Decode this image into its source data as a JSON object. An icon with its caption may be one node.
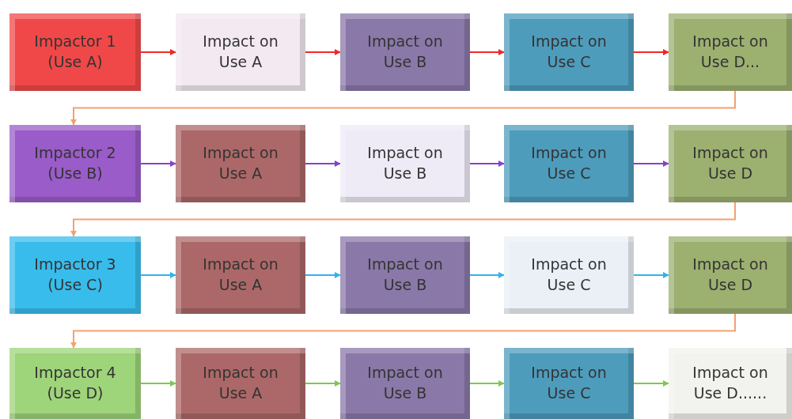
{
  "diagram": {
    "nodes": [
      {
        "text": [
          "Impactor 1 (Use A)"
        ]
      },
      {
        "text": [
          "Impact on Use A"
        ]
      },
      {
        "text": [
          "Impact on Use B"
        ]
      },
      {
        "text": [
          "Impact on Use C"
        ]
      },
      {
        "text": [
          "Impact on Use D..."
        ]
      },
      {
        "text": [
          "Impactor 2 (Use B)"
        ]
      },
      {
        "text": [
          "Impact on Use A"
        ]
      },
      {
        "text": [
          "Impact on Use B"
        ]
      },
      {
        "text": [
          "Impact on Use C"
        ]
      },
      {
        "text": [
          "Impact on Use D"
        ]
      },
      {
        "text": [
          "Impactor 3 (Use C)"
        ]
      },
      {
        "text": [
          "Impact on Use A"
        ]
      },
      {
        "text": [
          "Impact on Use B"
        ]
      },
      {
        "text": [
          "Impact on Use C"
        ]
      },
      {
        "text": [
          "Impact on Use D"
        ]
      },
      {
        "text": [
          "Impactor 4 (Use D)"
        ]
      },
      {
        "text": [
          "Impact on Use A"
        ]
      },
      {
        "text": [
          "Impact on Use B"
        ]
      },
      {
        "text": [
          "Impact on Use C"
        ]
      },
      {
        "text": [
          "Impact on Use D......"
        ]
      }
    ],
    "edges": [
      {
        "from": 0,
        "to": 1,
        "arrow": "to",
        "color": "#f02828"
      },
      {
        "from": 1,
        "to": 2,
        "arrow": "to",
        "color": "#f02828"
      },
      {
        "from": 2,
        "to": 3,
        "arrow": "to",
        "color": "#f02828"
      },
      {
        "from": 3,
        "to": 4,
        "arrow": "to",
        "color": "#f02828"
      },
      {
        "from": 4,
        "to": 5,
        "arrow": "to",
        "color": "#f4a070"
      },
      {
        "from": 5,
        "to": 6,
        "arrow": "to",
        "color": "#8a40c8"
      },
      {
        "from": 6,
        "to": 7,
        "arrow": "to",
        "color": "#8a40c8"
      },
      {
        "from": 7,
        "to": 8,
        "arrow": "to",
        "color": "#8a40c8"
      },
      {
        "from": 8,
        "to": 9,
        "arrow": "to",
        "color": "#8a40c8"
      },
      {
        "from": 9,
        "to": 10,
        "arrow": "to",
        "color": "#f4a070"
      },
      {
        "from": 10,
        "to": 11,
        "arrow": "to",
        "color": "#30b4ec"
      },
      {
        "from": 11,
        "to": 12,
        "arrow": "to",
        "color": "#30b4ec"
      },
      {
        "from": 12,
        "to": 13,
        "arrow": "to",
        "color": "#30b4ec"
      },
      {
        "from": 13,
        "to": 14,
        "arrow": "to",
        "color": "#30b4ec"
      },
      {
        "from": 14,
        "to": 15,
        "arrow": "to",
        "color": "#f4a070"
      },
      {
        "from": 15,
        "to": 16,
        "arrow": "to",
        "color": "#80c850"
      },
      {
        "from": 16,
        "to": 17,
        "arrow": "to",
        "color": "#80c850"
      },
      {
        "from": 17,
        "to": 18,
        "arrow": "to",
        "color": "#80c850"
      },
      {
        "from": 18,
        "to": 19,
        "arrow": "to",
        "color": "#80c850"
      }
    ]
  }
}
